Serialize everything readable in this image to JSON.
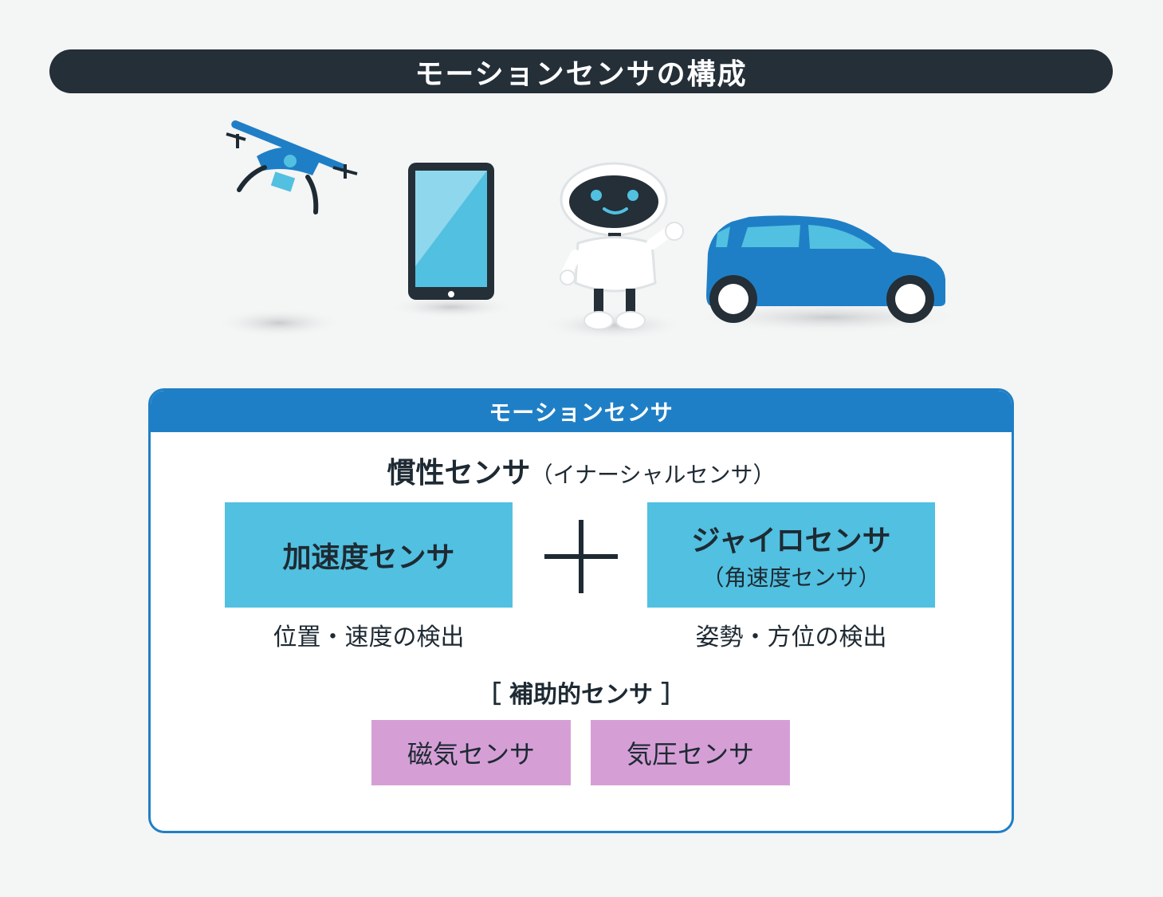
{
  "header": {
    "title": "モーションセンサの構成"
  },
  "illustration": {
    "icons": [
      "drone-icon",
      "tablet-icon",
      "robot-icon",
      "car-icon"
    ],
    "colors": {
      "blue": "#1f7fc6",
      "light_blue": "#52c0e0",
      "dark": "#242f38"
    }
  },
  "panel": {
    "header": "モーションセンサ",
    "inertial": {
      "title": "慣性センサ",
      "subtitle": "（イナーシャルセンサ）"
    },
    "accelerometer": {
      "name": "加速度センサ",
      "caption": "位置・速度の検出"
    },
    "gyro": {
      "name": "ジャイロセンサ",
      "subtitle": "（角速度センサ）",
      "caption": "姿勢・方位の検出"
    },
    "aux": {
      "title": "［ 補助的センサ ］",
      "items": [
        "磁気センサ",
        "気圧センサ"
      ]
    },
    "colors": {
      "sensor_box": "#52c0e0",
      "aux_box": "#d59fd6",
      "border": "#1f7fc6"
    }
  }
}
